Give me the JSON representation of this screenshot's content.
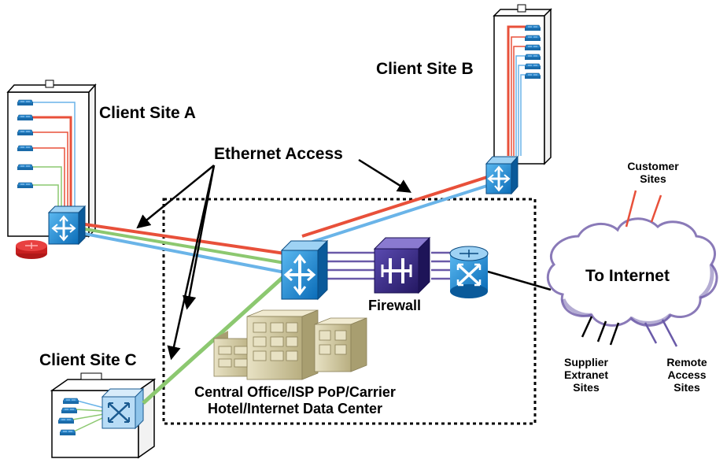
{
  "labels": {
    "client_site_a": "Client Site A",
    "client_site_b": "Client Site B",
    "client_site_c": "Client Site C",
    "ethernet_access": "Ethernet Access",
    "firewall": "Firewall",
    "to_internet": "To Internet",
    "customer_sites": [
      "Customer",
      "Sites"
    ],
    "supplier_extranet_sites": [
      "Supplier",
      "Extranet",
      "Sites"
    ],
    "remote_access_sites": [
      "Remote",
      "Access",
      "Sites"
    ],
    "central_office": [
      "Central Office/ISP PoP/Carrier",
      "Hotel/Internet Data Center"
    ]
  },
  "colors": {
    "red_link": "#e8503a",
    "green_link": "#8cc870",
    "blue_link": "#6ab4e8",
    "switch_blue": "#1e88d0",
    "firewall_purple": "#3a2a8a",
    "trunk_purple": "#6a5aa8",
    "building_tan": "#d8d0a8",
    "cloud_fill": "#ffffff",
    "cloud_edge": "#8a7ab8"
  },
  "icons": [
    "switch-icon",
    "router-icon",
    "firewall-icon",
    "cloud-icon",
    "building-icon",
    "rack-icon"
  ]
}
